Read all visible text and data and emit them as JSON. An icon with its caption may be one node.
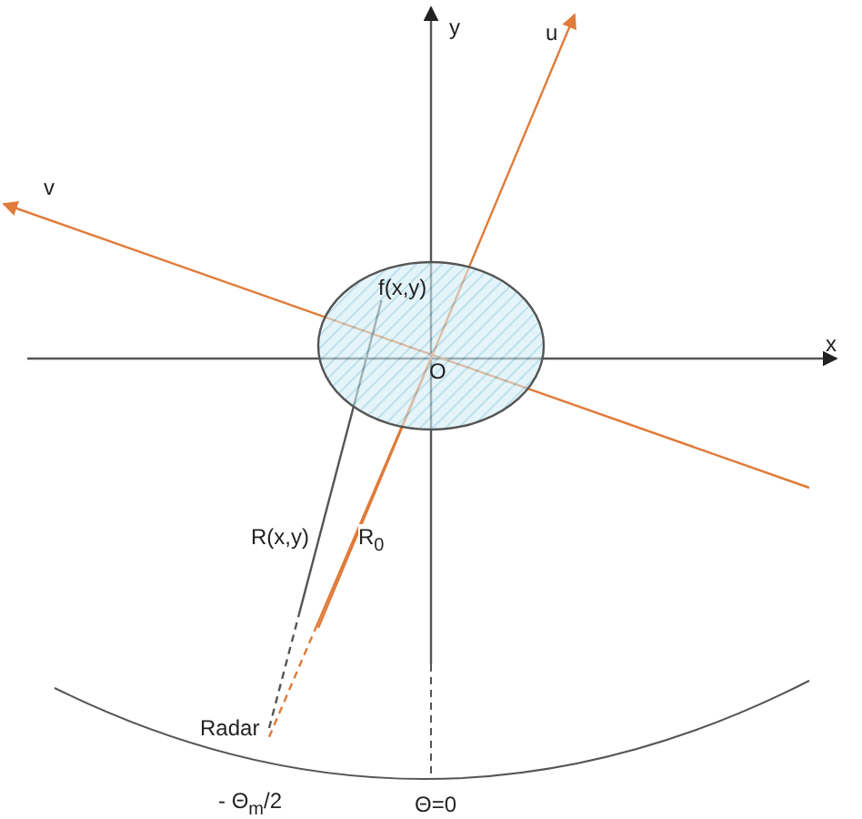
{
  "diagram": {
    "nodes": [
      {
        "text": [],
        "shape": "ellipse"
      },
      {
        "text": [
          "f(x,y)"
        ],
        "in": 0
      },
      {
        "text": [
          "O"
        ],
        "in": 0
      },
      {
        "text": [
          "Radar"
        ]
      }
    ],
    "edges": [
      {
        "from": 3,
        "to": 1,
        "arrow": "none",
        "label": "R(x,y)",
        "color": "#555555"
      },
      {
        "from": 3,
        "to": 2,
        "arrow": "none",
        "label": "R$_{0}$",
        "color": "#e07b39"
      }
    ],
    "labels": [
      "y",
      "u",
      "v",
      "x",
      "- Θ$_{m}$/2",
      "Θ=0"
    ]
  }
}
